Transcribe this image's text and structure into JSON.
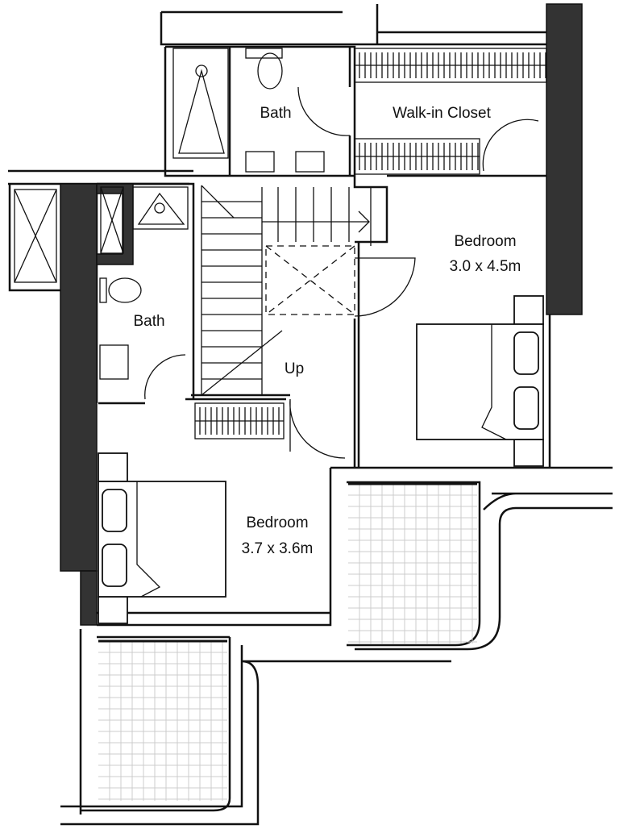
{
  "rooms": {
    "bath_upper": {
      "name": "Bath"
    },
    "walk_in_closet": {
      "name": "Walk-in Closet"
    },
    "bedroom_right": {
      "name": "Bedroom",
      "size": "3.0 x 4.5m"
    },
    "bath_left": {
      "name": "Bath"
    },
    "stairs": {
      "label": "Up"
    },
    "bedroom_left": {
      "name": "Bedroom",
      "size": "3.7 x 3.6m"
    }
  },
  "colors": {
    "wall": "#111111",
    "column": "#333333",
    "grid": "#cccccc"
  }
}
